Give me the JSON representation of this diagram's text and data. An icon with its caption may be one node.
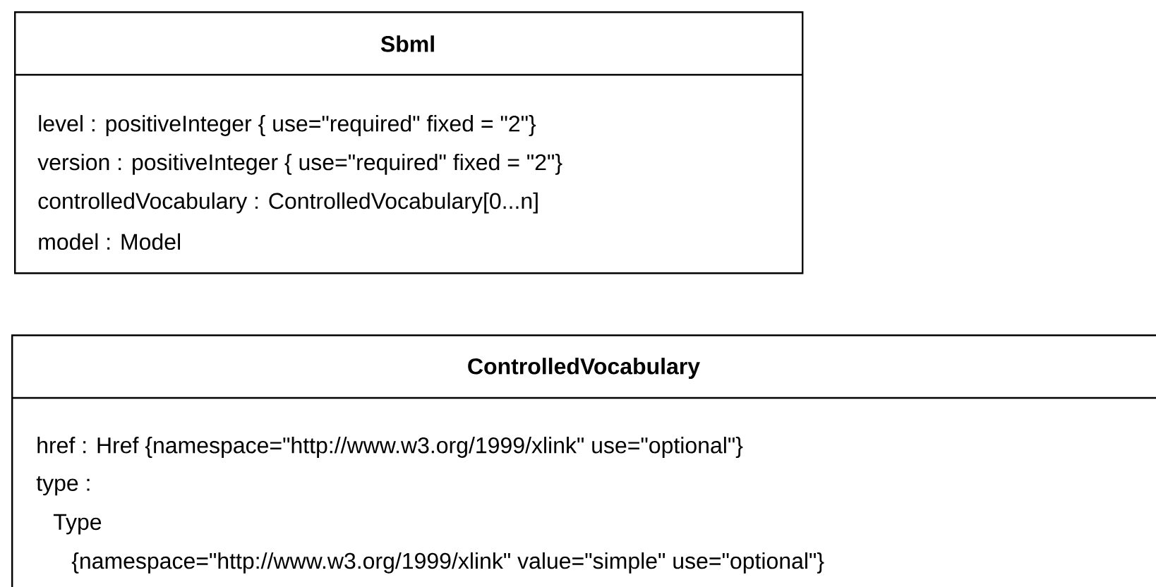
{
  "diagram": {
    "nodes": [
      {
        "text": [
          "Sbml",
          "level : positiveInteger { use=\"required\" fixed = \"2\"}",
          "version : positiveInteger { use=\"required\" fixed = \"2\"}",
          "controlledVocabulary : ControlledVocabulary[0...n]",
          "model : Model"
        ]
      },
      {
        "text": [
          "ControlledVocabulary",
          "href : Href {namespace=\"http://www.w3.org/1999/xlink\" use=\"optional\"}",
          "type :",
          "Type",
          "{namespace=\"http://www.w3.org/1999/xlink\" value=\"simple\" use=\"optional\"}"
        ]
      }
    ]
  }
}
